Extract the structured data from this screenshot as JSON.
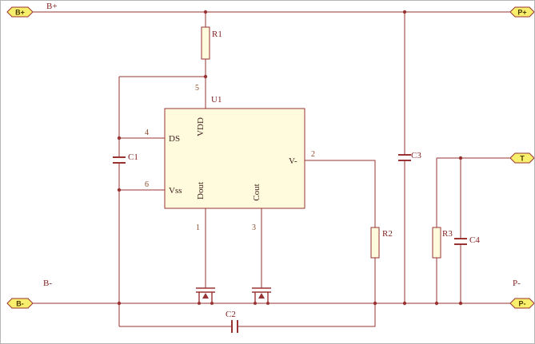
{
  "colors": {
    "wire": "#993333",
    "component_fill": "#fffbdc",
    "terminal_fill": "#f8ef6d",
    "background": "#ffffff"
  },
  "free_labels": {
    "b_plus": "B+",
    "b_minus": "B-",
    "p_minus": "P-"
  },
  "terminals": {
    "b_plus": "B+",
    "p_plus": "P+",
    "t": "T",
    "b_minus": "B-",
    "p_minus": "P-"
  },
  "ic": {
    "ref": "U1",
    "pins": {
      "vdd": {
        "name": "VDD",
        "num": "5"
      },
      "ds": {
        "name": "DS",
        "num": "4"
      },
      "vss": {
        "name": "Vss",
        "num": "6"
      },
      "dout": {
        "name": "Dout",
        "num": "1"
      },
      "cout": {
        "name": "Cout",
        "num": "3"
      },
      "v_minus": {
        "name": "V-",
        "num": "2"
      }
    }
  },
  "components": {
    "r1": "R1",
    "r2": "R2",
    "r3": "R3",
    "c1": "C1",
    "c2": "C2",
    "c3": "C3",
    "c4": "C4"
  }
}
